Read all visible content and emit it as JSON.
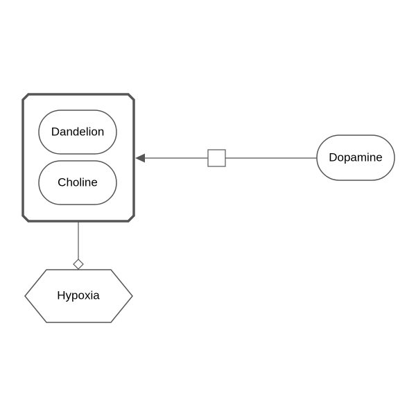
{
  "diagram": {
    "complex": {
      "members": [
        "Dandelion",
        "Choline"
      ]
    },
    "nodes": {
      "dopamine": "Dopamine",
      "hypoxia": "Hypoxia"
    },
    "colors": {
      "stroke": "#555555",
      "background": "#ffffff",
      "text": "#000000"
    }
  }
}
